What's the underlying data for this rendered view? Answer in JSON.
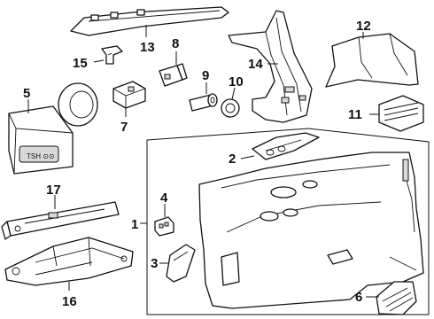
{
  "callouts": {
    "c1": "1",
    "c2": "2",
    "c3": "3",
    "c4": "4",
    "c5": "5",
    "c6": "6",
    "c7": "7",
    "c8": "8",
    "c9": "9",
    "c10": "10",
    "c11": "11",
    "c12": "12",
    "c13": "13",
    "c14": "14",
    "c15": "15",
    "c16": "16",
    "c17": "17"
  },
  "colors": {
    "line": "#111111",
    "background": "#ffffff",
    "shade": "#d9d9d9"
  },
  "icons": [
    "warning-label-icon"
  ]
}
